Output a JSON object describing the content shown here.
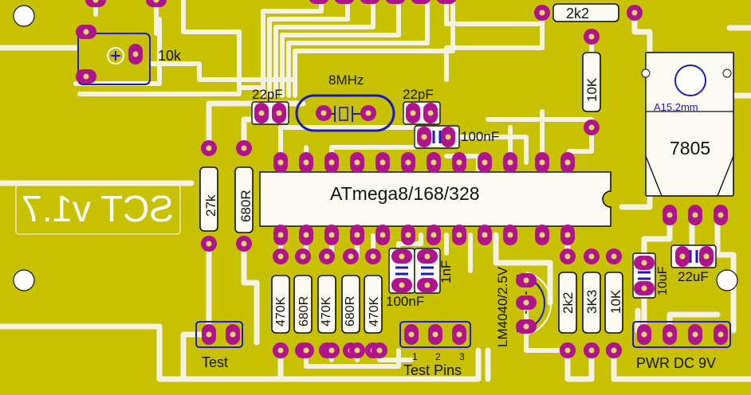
{
  "colors": {
    "board": "#c8c100",
    "trace": "#f4f2e2",
    "pad": "#b0148c",
    "hole": "#e6d86a",
    "silk_blue": "#1b1bb8",
    "text": "#111111",
    "mirror_text": "#ffffff"
  },
  "board_title_mirrored": "SCT v1.7",
  "labels": {
    "pot": "10k",
    "crystal": "8MHz",
    "cap_crystal_left": "22pF",
    "cap_crystal_right": "22pF",
    "cap_100nf_top": "100nF",
    "res_top": "2k2",
    "res_10k_vertical": "10K",
    "regulator_pkg": "A15,2mm",
    "regulator": "7805",
    "mcu": "ATmega8/168/328",
    "res_27k": "27k",
    "res_680r_left": "680R",
    "res_array": [
      "470K",
      "680R",
      "470K",
      "680R",
      "470K"
    ],
    "cap_1nf": "1nF",
    "cap_100nf_bottom": "100nF",
    "vref": "LM4040/2.5V",
    "res_2k2": "2k2",
    "res_3k3": "3K3",
    "res_10k": "10K",
    "cap_10uf": "10uF",
    "cap_22uf": "22uF",
    "header_test": "Test",
    "header_test_pins": "Test Pins",
    "pin_numbers": [
      "1",
      "2",
      "3"
    ],
    "header_power": "PWR DC 9V"
  }
}
